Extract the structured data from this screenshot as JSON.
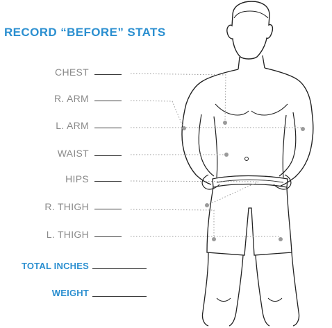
{
  "title": "RECORD “BEFORE” STATS",
  "measurements": [
    {
      "key": "chest",
      "label": "CHEST"
    },
    {
      "key": "r_arm",
      "label": "R. ARM"
    },
    {
      "key": "l_arm",
      "label": "L. ARM"
    },
    {
      "key": "waist",
      "label": "WAIST"
    },
    {
      "key": "hips",
      "label": "HIPS"
    },
    {
      "key": "r_thigh",
      "label": "R. THIGH"
    },
    {
      "key": "l_thigh",
      "label": "L. THIGH"
    }
  ],
  "totals": {
    "total_inches": "TOTAL INCHES",
    "weight": "WEIGHT"
  },
  "colors": {
    "accent": "#2b8fd0",
    "label": "#8a8a8a",
    "line": "#3a3a3a",
    "dotted": "#9a9a9a"
  }
}
